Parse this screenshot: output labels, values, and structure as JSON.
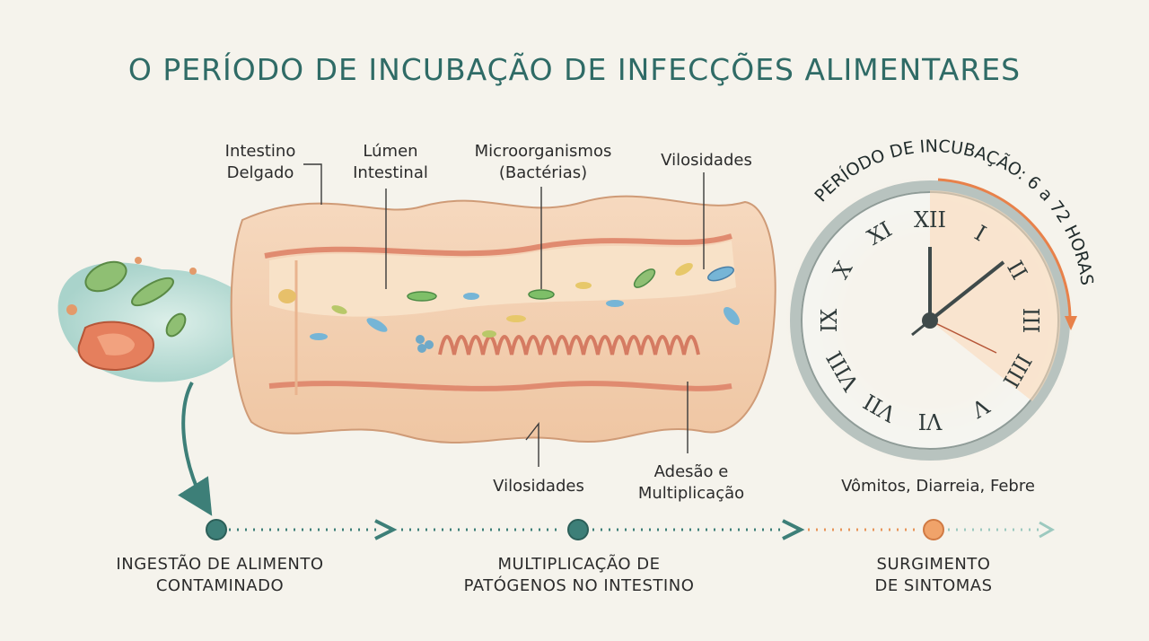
{
  "title": "O PERÍODO DE INCUBAÇÃO DE INFECÇÕES ALIMENTARES",
  "labels": {
    "small_intestine": [
      "Intestino",
      "Delgado"
    ],
    "lumen": [
      "Lúmen",
      "Intestinal"
    ],
    "microorganisms": [
      "Microorganismos",
      "(Bactérias)"
    ],
    "villi_top": "Vilosidades",
    "villi_bottom": "Vilosidades",
    "adhesion": [
      "Adesão e",
      "Multiplicação"
    ],
    "symptoms": "Vômitos, Diarreia, Febre"
  },
  "clock": {
    "arc_label": "PERÍODO DE INCUBAÇÃO: 6 a 72 HORAS",
    "numerals": [
      "XII",
      "I",
      "II",
      "III",
      "IIII",
      "V",
      "VI",
      "VII",
      "VIII",
      "IX",
      "X",
      "XI"
    ]
  },
  "timeline": {
    "steps": [
      [
        "INGESTÃO DE ALIMENTO",
        "CONTAMINADO"
      ],
      [
        "MULTIPLICAÇÃO DE",
        "PATÓGENOS NO INTESTINO"
      ],
      [
        "SURGIMENTO",
        "DE SINTOMAS"
      ]
    ]
  },
  "colors": {
    "teal": "#3d7f78",
    "orange": "#e8955a",
    "tissue": "#f2c9a8",
    "tissue_dark": "#e08b70",
    "background": "#f5f3ec"
  }
}
